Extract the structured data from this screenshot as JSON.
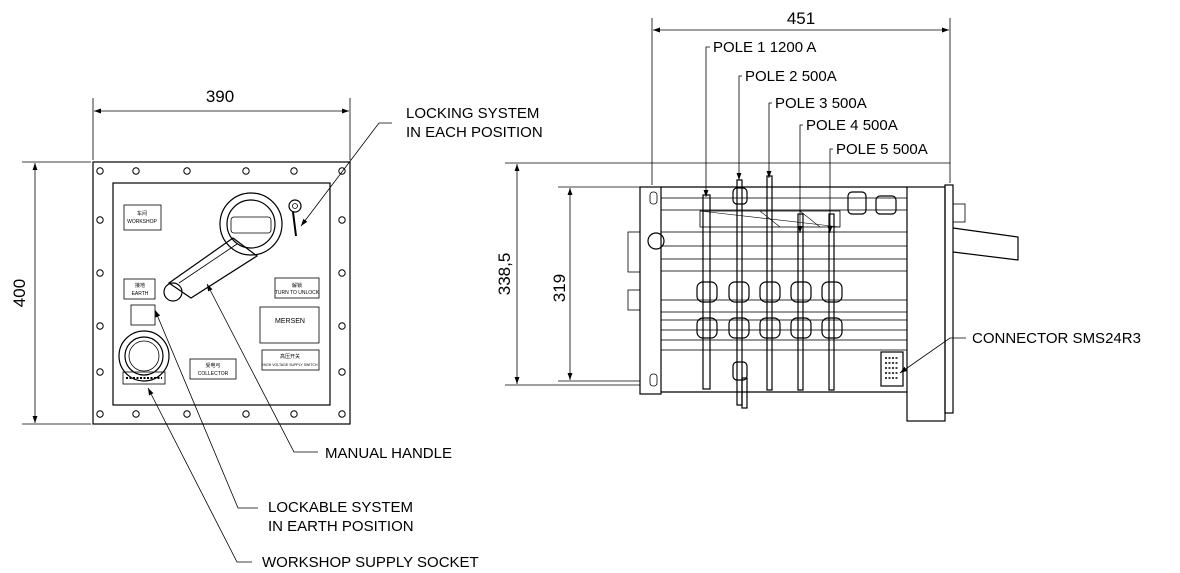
{
  "front_view": {
    "width_dim": "390",
    "height_dim": "400",
    "plate_labels": {
      "workshop_cn": "车间",
      "workshop": "WORKSHOP",
      "earth_cn": "接地",
      "earth": "EARTH",
      "unlock_cn": "解锁",
      "turn_to_unlock": "TURN TO UNLOCK",
      "collector_cn": "受电弓",
      "collector": "COLLECTOR",
      "brand": "MERSEN",
      "hv_cn": "高压开关",
      "hv_switch": "HIGH VOLTAGE SUPPLY SWITCH"
    }
  },
  "side_view": {
    "width_dim": "451",
    "outer_height_dim": "338,5",
    "inner_height_dim": "319"
  },
  "callouts": {
    "locking_system_line1": "LOCKING SYSTEM",
    "locking_system_line2": "IN EACH POSITION",
    "manual_handle": "MANUAL HANDLE",
    "lockable_system_line1": "LOCKABLE SYSTEM",
    "lockable_system_line2": "IN EARTH POSITION",
    "workshop_socket": "WORKSHOP SUPPLY SOCKET",
    "pole1": "POLE 1  1200 A",
    "pole2": "POLE 2  500A",
    "pole3": "POLE 3  500A",
    "pole4": "POLE 4  500A",
    "pole5": "POLE 5 500A",
    "connector": "CONNECTOR SMS24R3"
  }
}
